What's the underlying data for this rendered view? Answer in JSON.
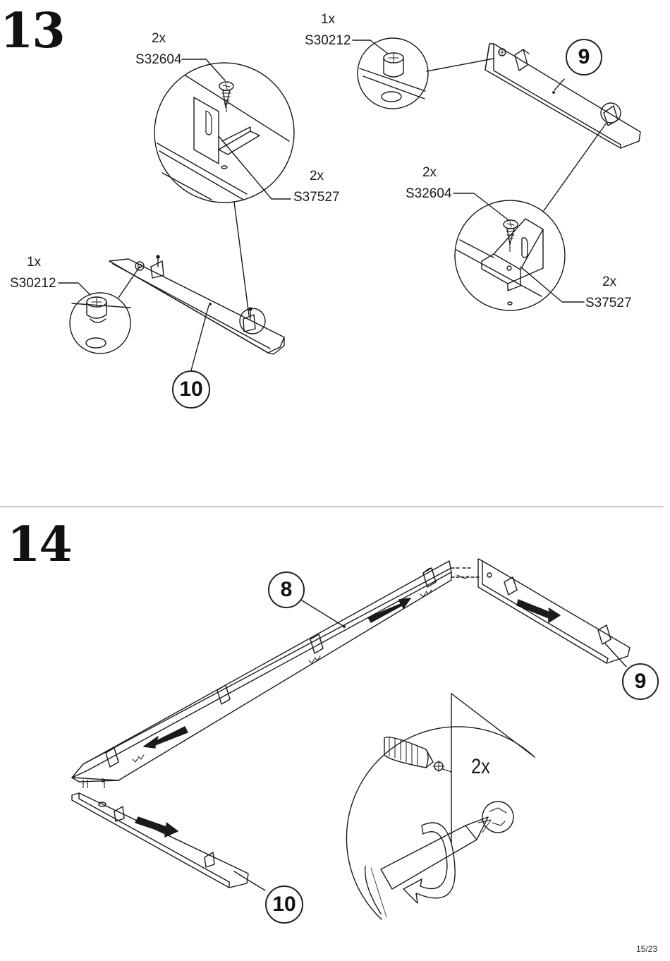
{
  "step13": {
    "number": "13",
    "callouts": [
      "10",
      "9"
    ],
    "labels": {
      "a_qty": "2x",
      "a_code": "S32604",
      "b_qty": "1x",
      "b_code": "S30212",
      "c_qty": "2x",
      "c_code": "S37527",
      "d_qty": "1x",
      "d_code": "S30212",
      "e_qty": "2x",
      "e_code": "S32604",
      "f_qty": "2x",
      "f_code": "S37527"
    }
  },
  "step14": {
    "number": "14",
    "callouts": [
      "8",
      "9",
      "10"
    ],
    "detail_qty": "2x"
  },
  "page_number": "15/23"
}
